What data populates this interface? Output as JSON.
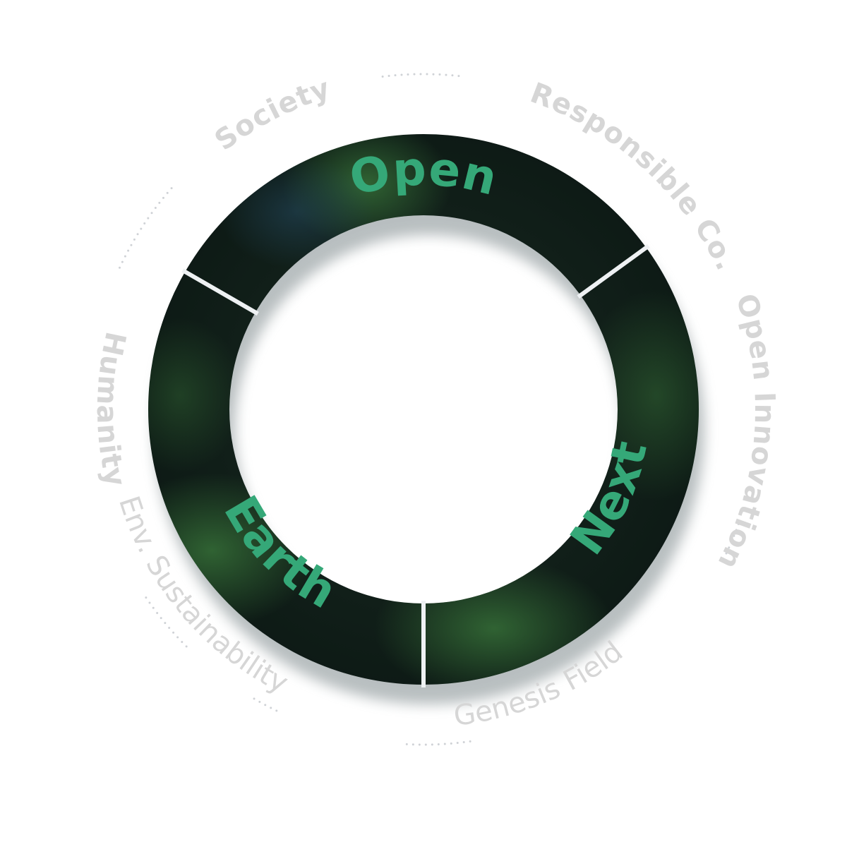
{
  "ring": {
    "segments": [
      {
        "label": "Open"
      },
      {
        "label": "Next"
      },
      {
        "label": "Earth"
      }
    ],
    "colors": {
      "base": "#0e1d17",
      "highlight": "#2f6a35",
      "label": "#35a878",
      "divider": "#eef1f3"
    }
  },
  "outer_ring": {
    "labels": {
      "society": "Society",
      "responsible": "Responsible Co.",
      "open_innovation": "Open Innovation",
      "genesis": "Genesis Field",
      "env": "Env. Sustainability",
      "humanity": "Humanity"
    },
    "color": "#d6d6d6"
  }
}
